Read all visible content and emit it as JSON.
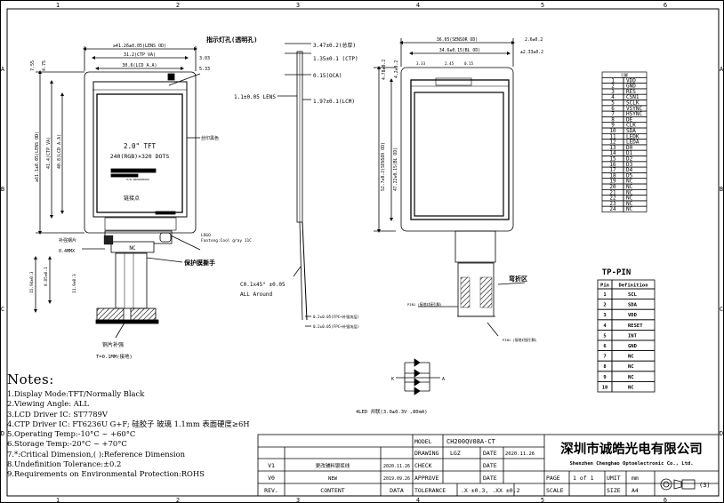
{
  "drawing": {
    "grid_cols": [
      "1",
      "2",
      "3",
      "4",
      "5",
      "6"
    ],
    "grid_rows": [
      "A",
      "B",
      "C",
      "D"
    ],
    "front": {
      "width_outline": "≥41.26±0.05(LENS OD)",
      "width_ctp": "31.2(CTP VA)",
      "width_lcd": "30.6(LCD A.A)",
      "dim_right_top": "3.03",
      "dim_right_2": "5.33",
      "dim_left_1": "7.55",
      "dim_left_2": "4.75",
      "height_outline": "≥61.1±0.05(LENS OD)",
      "height_ctp": "41.4(CTP VA)",
      "height_lcd": "40.8(LCD A.A)",
      "lcd_label": "2.0\" TFT",
      "lcd_res": "240(RGB)×320 DOTS",
      "lcd_small": "P/N 0000000000",
      "silk_label": "丝印黑色",
      "ink_label": "链接点",
      "logo_label": "LOGO",
      "logo_desc": "Fantong:Cool gray 11C",
      "protect_label": "保护膜撕手",
      "stiff_label": "补强钢片",
      "stiff_val": "0.4MMX",
      "nc_label": "NC",
      "fpc_dim_1": "15.94±0.3",
      "fpc_dim_2": "8.85±0.1",
      "fpc_dim_3": "11.9±0.3",
      "gold_label": "铜片补强",
      "gold_t": "T=0.1MM(接地)"
    },
    "side": {
      "hole_label": "指示灯孔(透明孔)",
      "d1": "3.47±0.2(总厚)",
      "d2": "1.35±0.1 (CTP)",
      "d3": "0.15(OCA)",
      "d4": "1.1±0.05 LENS",
      "d5": "1.97±0.1(LCM)",
      "chamfer": "C0.1x45° ±0.05",
      "chamfer2": "ALL Around",
      "b1": "0.2±0.05(FPC+补强块层)",
      "b2": "0.2±0.05(FPC+补强块层)"
    },
    "rear": {
      "top_dim": "36.05(SENSOR OD)",
      "top_dim_r": "2.6±0.2",
      "top_dim2": "34.6±0.15(BL OD)",
      "top_dim2_r": "±2.33±0.2",
      "d_small1": "3.33",
      "d_small2": "2.45",
      "d_small3": "0.15",
      "left_1": "4.78±0.2",
      "left_2": "4.2±0.2",
      "height_1": "52.7±0.2(SENSOR OD)",
      "height_2": "47.22±0.15(BL OD)",
      "bend_label": "弯折区",
      "pin1_note": "PIN1 (接地对接引脚)",
      "pin2_note": "PIN1 (接地对接引脚)"
    },
    "pin_title": "引脚",
    "pins": [
      {
        "n": "1",
        "name": "VDD"
      },
      {
        "n": "2",
        "name": "GND"
      },
      {
        "n": "3",
        "name": "RES"
      },
      {
        "n": "4",
        "name": "CSN1"
      },
      {
        "n": "5",
        "name": "SCLK"
      },
      {
        "n": "6",
        "name": "VSYNC"
      },
      {
        "n": "7",
        "name": "HSYNC"
      },
      {
        "n": "8",
        "name": "DE"
      },
      {
        "n": "9",
        "name": "CLK"
      },
      {
        "n": "10",
        "name": "SDA"
      },
      {
        "n": "11",
        "name": "LEDK"
      },
      {
        "n": "12",
        "name": "LEDA"
      },
      {
        "n": "13",
        "name": "D0"
      },
      {
        "n": "14",
        "name": "D1"
      },
      {
        "n": "15",
        "name": "D2"
      },
      {
        "n": "16",
        "name": "D3"
      },
      {
        "n": "17",
        "name": "D4"
      },
      {
        "n": "18",
        "name": "D5"
      },
      {
        "n": "19",
        "name": "NC"
      },
      {
        "n": "20",
        "name": "NC"
      },
      {
        "n": "21",
        "name": "NC"
      },
      {
        "n": "22",
        "name": "NC"
      },
      {
        "n": "23",
        "name": "NC"
      },
      {
        "n": "24",
        "name": "NC"
      }
    ],
    "tp_title": "TP-PIN",
    "tp_headers": {
      "pin": "Pin",
      "def": "Definition"
    },
    "tp_pins": [
      {
        "n": "1",
        "name": "SCL"
      },
      {
        "n": "2",
        "name": "SDA"
      },
      {
        "n": "3",
        "name": "VDD"
      },
      {
        "n": "4",
        "name": "RESET"
      },
      {
        "n": "5",
        "name": "INT"
      },
      {
        "n": "6",
        "name": "GND"
      },
      {
        "n": "7",
        "name": "NC"
      },
      {
        "n": "8",
        "name": "NC"
      },
      {
        "n": "9",
        "name": "NC"
      },
      {
        "n": "10",
        "name": "NC"
      }
    ],
    "led_label": "4LED 并联(3.0±0.3V ,80mA)",
    "led_k": "K",
    "led_a": "A"
  },
  "notes": {
    "title": "Notes:",
    "items": [
      "1.Display Mode:TFT/Normally Black",
      "2.Viewing Angle: ALL",
      "3.LCD Driver IC: ST7789V",
      "4.CTP Driver IC: FT6236U  G+F; 硅胶子 玻璃 1.1mm 表面硬度≥6H",
      "5.Operating Temp:-10°C ~ +60°C",
      "6.Storage Temp:-20°C ~ +70°C",
      "7.*:Critical Dimension,( ):Reference Dimension",
      "8.Undefinition Tolerance:±0.2",
      "9.Requirements on Environmental Protection:ROHS"
    ]
  },
  "title_block": {
    "model_label": "MODEL",
    "model": "CH200QV08A-CT",
    "drawing_label": "DRAWING",
    "drawing_by": "LGZ",
    "date_label": "DATE",
    "drawing_date": "2020.11.26",
    "check_label": "CHECK",
    "approve_label": "APPROVE",
    "company_cn": "深圳市诚皓光电有限公司",
    "company_en": "Shenzhen Chenghao Optoelectronic Co., Ltd.",
    "page_label": "PAGE",
    "page_value": "1  of  1",
    "unit_label": "UMIT",
    "unit_value": "mm",
    "scale_label": "SCALE",
    "size_label": "SIZE",
    "size_value": "A4",
    "tolerance_label": "TOLERANCE",
    "tolerance_value": ".X ±0.3, .XX ±0.2",
    "proj_num": "(3)",
    "rev_rows": [
      {
        "rev": "V1",
        "content": "更改辅料银浆线",
        "data": "2020.11.26"
      },
      {
        "rev": "V0",
        "content": "NEW",
        "data": "2019.09.26"
      }
    ],
    "rev_head": {
      "rev": "REV.",
      "content": "CONTENT",
      "data": "DATA"
    }
  }
}
